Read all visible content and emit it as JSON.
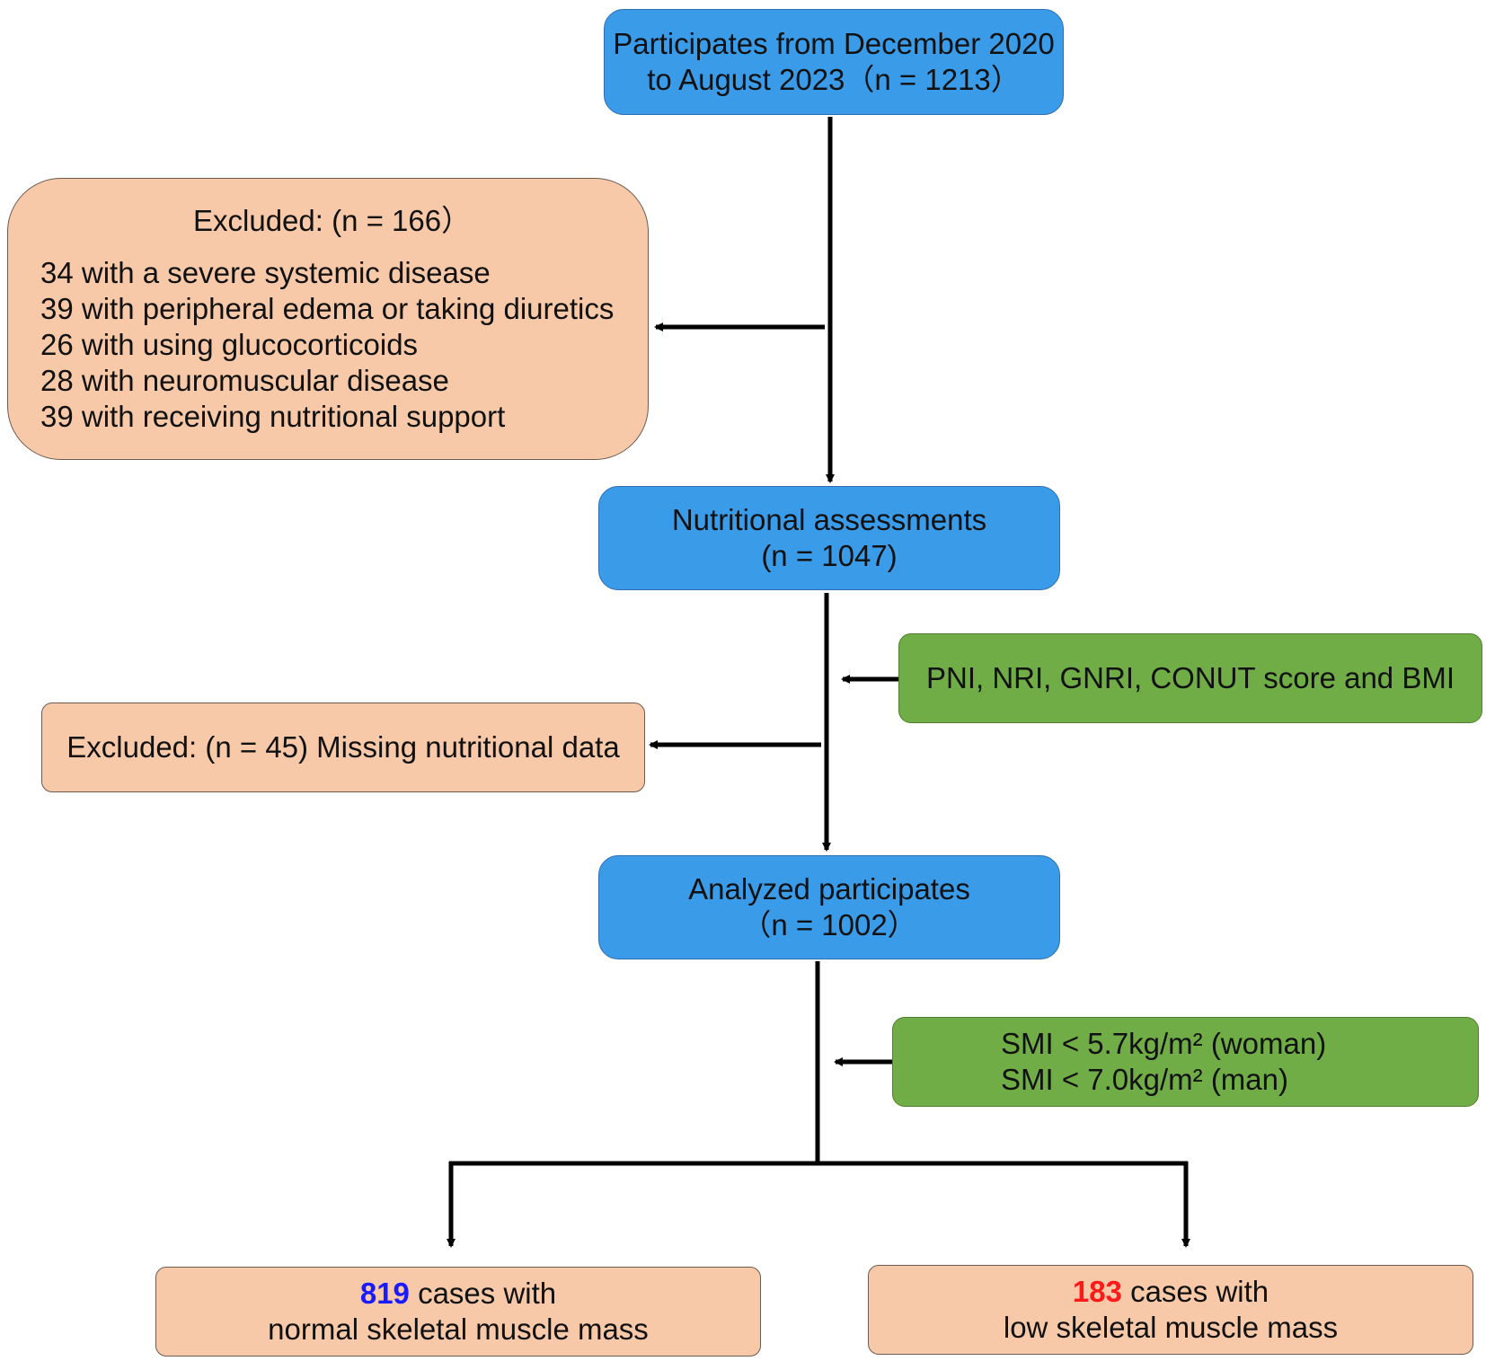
{
  "boxes": {
    "participants": {
      "line1": "Participates from December 2020",
      "line2": "to August 2023（n = 1213）"
    },
    "excluded_1": {
      "title": "Excluded: (n = 166）",
      "items": [
        "34 with a severe systemic disease",
        "39 with peripheral edema or taking diuretics",
        "26 with using glucocorticoids",
        "28 with neuromuscular disease",
        "39 with receiving nutritional support"
      ]
    },
    "nutritional": {
      "line1": "Nutritional assessments",
      "line2": "(n = 1047)"
    },
    "nutrition_indices": {
      "text": "PNI, NRI, GNRI, CONUT score and BMI"
    },
    "excluded_2": {
      "text": "Excluded: (n = 45) Missing nutritional data"
    },
    "analyzed": {
      "line1": "Analyzed participates",
      "line2": "（n = 1002）"
    },
    "smi_criteria": {
      "line1": "SMI < 5.7kg/m² (woman)",
      "line2": "SMI < 7.0kg/m² (man)"
    },
    "normal_group": {
      "count": "819",
      "line1_suffix": " cases with",
      "line2": "normal skeletal muscle mass"
    },
    "low_group": {
      "count": "183",
      "line1_suffix": " cases with",
      "line2": "low skeletal muscle mass"
    }
  },
  "colors": {
    "step_box": "#3a9be8",
    "exclusion_box": "#f7c9a8",
    "criteria_box": "#70ad47",
    "normal_count": "#1a1aff",
    "low_count": "#ff1a1a"
  }
}
